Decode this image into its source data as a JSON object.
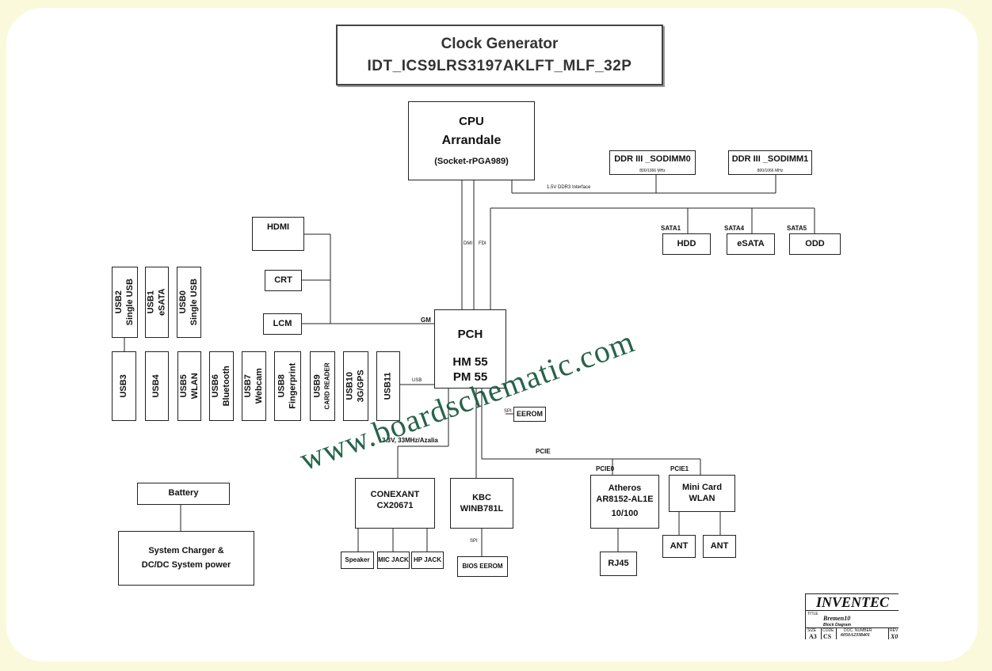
{
  "title": {
    "line1": "Clock Generator",
    "line2": "IDT_ICS9LRS3197AKLFT_MLF_32P"
  },
  "cpu": {
    "l1": "CPU",
    "l2": "Arrandale",
    "l3": "(Socket-rPGA989)"
  },
  "pch": {
    "l1": "PCH",
    "l2": "HM 55",
    "l3": "PM 55"
  },
  "memory": {
    "dimm0": "DDR III _SODIMM0",
    "dimm1": "DDR III _SODIMM1",
    "speed0": "800/1066 MHz",
    "speed1": "800/1066 MHz",
    "interface": "1.5V DDR3 Interface"
  },
  "sata": {
    "sata1": "SATA1",
    "sata4": "SATA4",
    "sata5": "SATA5",
    "hdd": "HDD",
    "esata": "eSATA",
    "odd": "ODD"
  },
  "display": {
    "hdmi": "HDMI",
    "crt": "CRT",
    "lcm": "LCM",
    "gm": "GM"
  },
  "buses": {
    "dmi": "DMI",
    "fdi": "FDI",
    "usb": "USB",
    "spi1": "SPI",
    "azalia": "3.3V, 33MHz/Azalia",
    "pcie": "PCIE",
    "pcie0": "PCIE0",
    "pcie1": "PCIE1",
    "spi2": "SPI"
  },
  "usb_top": [
    {
      "l1": "USB2",
      "l2": "Single USB"
    },
    {
      "l1": "USB1",
      "l2": "eSATA"
    },
    {
      "l1": "USB0",
      "l2": "Single USB"
    }
  ],
  "usb_row": [
    {
      "l1": "USB3",
      "l2": ""
    },
    {
      "l1": "USB4",
      "l2": ""
    },
    {
      "l1": "USB5",
      "l2": "WLAN"
    },
    {
      "l1": "USB6",
      "l2": "Bluetooth"
    },
    {
      "l1": "USB7",
      "l2": "Webcam"
    },
    {
      "l1": "USB8",
      "l2": "Fingerprint"
    },
    {
      "l1": "USB9",
      "l2": "CARD READER"
    },
    {
      "l1": "USB10",
      "l2": "3G/GPS"
    },
    {
      "l1": "USB11",
      "l2": ""
    }
  ],
  "eerom": "EEROM",
  "audio": {
    "codec1": "CONEXANT",
    "codec2": "CX20671",
    "speaker": "Speaker",
    "mic": "MIC JACK",
    "hp": "HP JACK"
  },
  "kbc": {
    "l1": "KBC",
    "l2": "WINB781L",
    "bios": "BIOS EEROM"
  },
  "lan": {
    "l1": "Atheros",
    "l2": "AR8152-AL1E",
    "l3": "10/100",
    "rj45": "RJ45"
  },
  "wlan": {
    "l1": "Mini Card",
    "l2": "WLAN",
    "ant": "ANT"
  },
  "power": {
    "battery": "Battery",
    "charger1": "System Charger &",
    "charger2": "DC/DC System power"
  },
  "titleblock": {
    "company": "INVENTEC",
    "title_label": "TITLE",
    "title": "Bremen10",
    "subtitle": "Block Diagram",
    "size_label": "SIZE",
    "code_label": "CODE",
    "doc_label": "DOC. NUMBER",
    "rev_label": "REV",
    "size": "A3",
    "code": "CS",
    "doc": "6050A2338401",
    "rev": "X0"
  },
  "watermark": "www.boardschematic.com"
}
